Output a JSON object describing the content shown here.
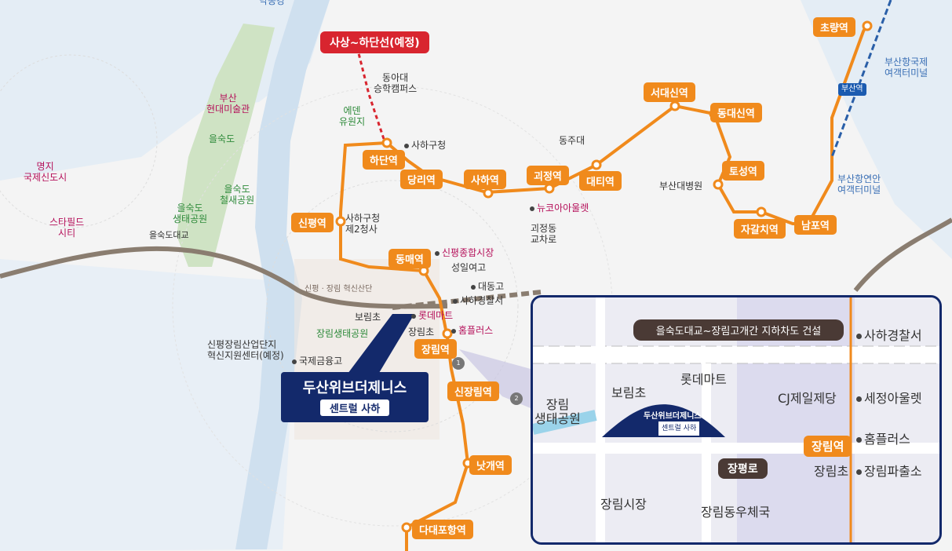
{
  "top_cut_label": "낙동강",
  "colors": {
    "metro_line": "#f08a1c",
    "planned_line": "#d8252f",
    "highway": "#8a7d70",
    "callout": "#13296b",
    "river": "#dfe9f2",
    "park": "#cfe3c4"
  },
  "planned_line_label": "사상~하단선(예정)",
  "stations": [
    {
      "label": "하단역"
    },
    {
      "label": "당리역"
    },
    {
      "label": "사하역"
    },
    {
      "label": "괴정역"
    },
    {
      "label": "대티역"
    },
    {
      "label": "서대신역"
    },
    {
      "label": "동대신역"
    },
    {
      "label": "토성역"
    },
    {
      "label": "자갈치역"
    },
    {
      "label": "남포역"
    },
    {
      "label": "초량역"
    },
    {
      "label": "신평역"
    },
    {
      "label": "동매역"
    },
    {
      "label": "장림역"
    },
    {
      "label": "신장림역"
    },
    {
      "label": "낫개역"
    },
    {
      "label": "다대포항역"
    }
  ],
  "landmarks": {
    "dong_a": "동아대\n승학캠퍼스",
    "eden": "에덴\n유원지",
    "saha_office": "사하구청",
    "dongju": "동주대",
    "newcore": "뉴코아아울렛",
    "busan_hospital": "부산대병원",
    "saha_2nd": "사하구청\n제2청사",
    "goejeong_cross": "괴정동\n교차로",
    "sinpyeong_market": "신평종합시장",
    "seongil": "성일여고",
    "daedong": "대동고",
    "saha_police": "사하경찰서",
    "lotte": "롯데마트",
    "homeplus": "홈플러스",
    "borim": "보림초",
    "jangrim_elem": "장림초",
    "jangrim_park": "장림생태공원",
    "industrial": "신평장림산업단지\n혁신지원센터(예정)",
    "tax_office": "국제금융고",
    "innovation": "신평 · 장림 혁신산단",
    "art_museum": "부산\n현대미술관",
    "eulsukdo": "을숙도",
    "migratory_park": "을숙도\n철새공원",
    "ecology_park": "을숙도\n생태공원",
    "myeongji": "명지\n국제신도시",
    "starfield": "스타필드\n시티",
    "bridge": "을숙도대교",
    "busan_station": "부산역",
    "intl_terminal": "부산항국제\n여객터미널",
    "coastal_terminal": "부산항연안\n여객터미널",
    "line1_badge": "1",
    "line2_badge": "2"
  },
  "callout": {
    "title": "두산위브더제니스",
    "subtitle": "센트럴 사하"
  },
  "inset": {
    "banner": "을숙도대교~장림고개간 지하차도 건설",
    "saha_police": "사하경찰서",
    "lotte": "롯데마트",
    "borim": "보림초",
    "cj": "CJ제일제당",
    "sejong": "세정아울렛",
    "park": "장림\n생태공원",
    "bldg_title": "두산위브더제니스",
    "bldg_sub": "센트럴 사하",
    "station": "장림역",
    "homeplus": "홈플러스",
    "road": "장평로",
    "jangrim_elem": "장림초",
    "police_box": "장림파출소",
    "market": "장림시장",
    "post_office": "장림동우체국"
  }
}
